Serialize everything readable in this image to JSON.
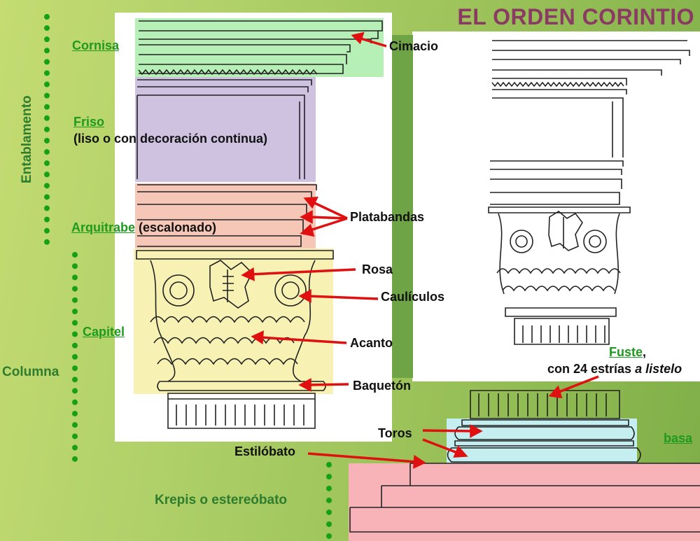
{
  "title": "EL ORDEN CORINTIO",
  "labels": {
    "entablamento": "Entablamento",
    "columna": "Columna",
    "cornisa": "Cornisa",
    "friso": "Friso",
    "friso_note": "(liso o con decoración continua)",
    "arquitrabe": "Arquitrabe",
    "arquitrabe_note": "(escalonado)",
    "capitel": "Capitel",
    "cimacio": "Cimacio",
    "platabandas": "Platabandas",
    "rosa": "Rosa",
    "caulículos": "Caulículos",
    "acanto": "Acanto",
    "baqueton": "Baquetón",
    "fuste": "Fuste",
    "fuste_comma": ",",
    "fuste_note_a": "con 24 estrías ",
    "fuste_note_b": "a listelo",
    "toros": "Toros",
    "basa": "basa",
    "estilobato": "Estilóbato",
    "krepis": "Krepis o estereóbato"
  },
  "colors": {
    "cornisa": "#b7f0b7",
    "friso": "#cfc2e0",
    "arquitrabe": "#f6c6b6",
    "capitel": "#f7f2b4",
    "basa": "#c4eef0",
    "krepis": "#f8b3b8",
    "arrow": "#e01010",
    "title": "#8a3a63"
  }
}
